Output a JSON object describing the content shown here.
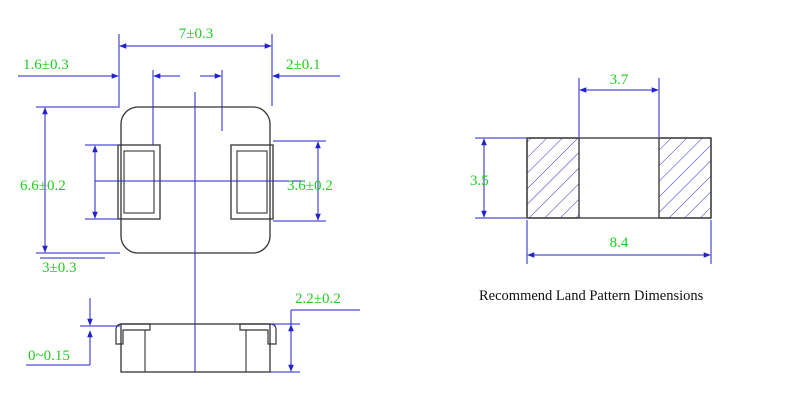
{
  "colors": {
    "outline": "#333333",
    "dimension_line": "#2222cc",
    "dimension_text": "#22cc22",
    "hatch": "#2222cc",
    "caption": "#111111"
  },
  "top_view": {
    "dims": {
      "total_length": "7±0.3",
      "left_terminal_width": "1.6±0.3",
      "right_terminal_width": "2±0.1",
      "body_height": "6.6±0.2",
      "inner_height": "3.6±0.2",
      "pad_height": "3±0.3"
    }
  },
  "side_view": {
    "dims": {
      "height": "2.2±0.2",
      "standoff": "0~0.15"
    }
  },
  "land_pattern": {
    "dims": {
      "gap": "3.7",
      "pad_height": "3.5",
      "total_width": "8.4"
    },
    "caption": "Recommend Land Pattern Dimensions"
  }
}
